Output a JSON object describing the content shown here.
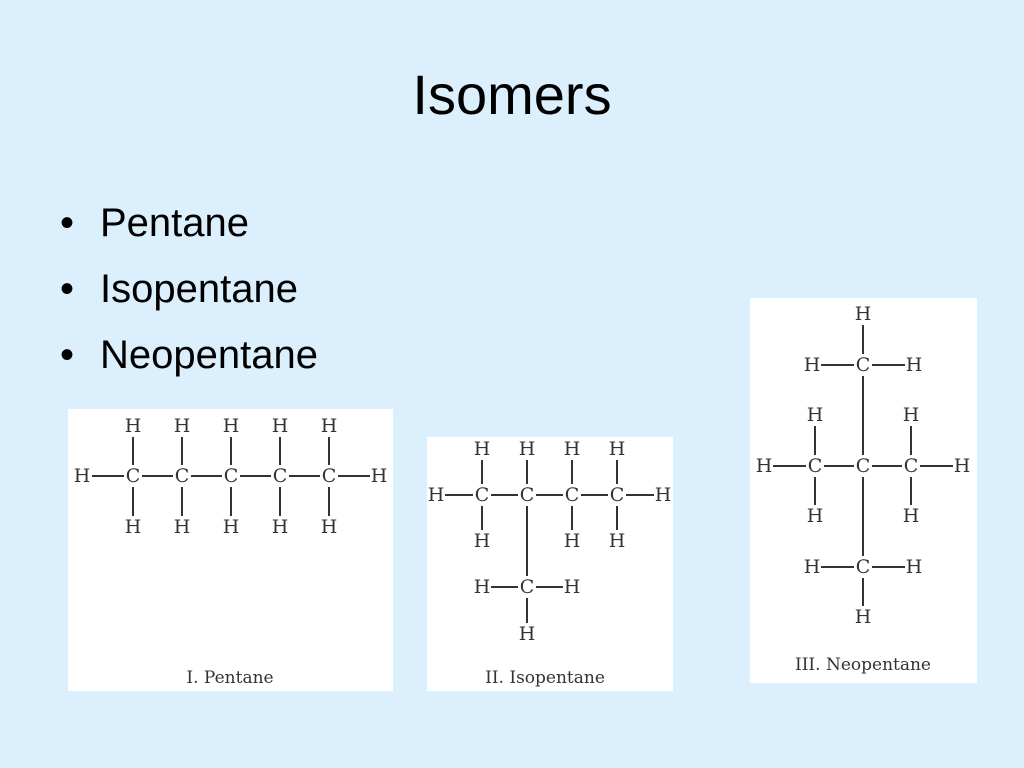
{
  "slide": {
    "title": "Isomers",
    "bullet_char": "•",
    "bullets": [
      "Pentane",
      "Isopentane",
      "Neopentane"
    ]
  },
  "structures": [
    {
      "caption": "I. Pentane"
    },
    {
      "caption": "II. Isopentane"
    },
    {
      "caption": "III. Neopentane"
    }
  ],
  "atoms": {
    "hydrogen": "H",
    "carbon": "C"
  }
}
